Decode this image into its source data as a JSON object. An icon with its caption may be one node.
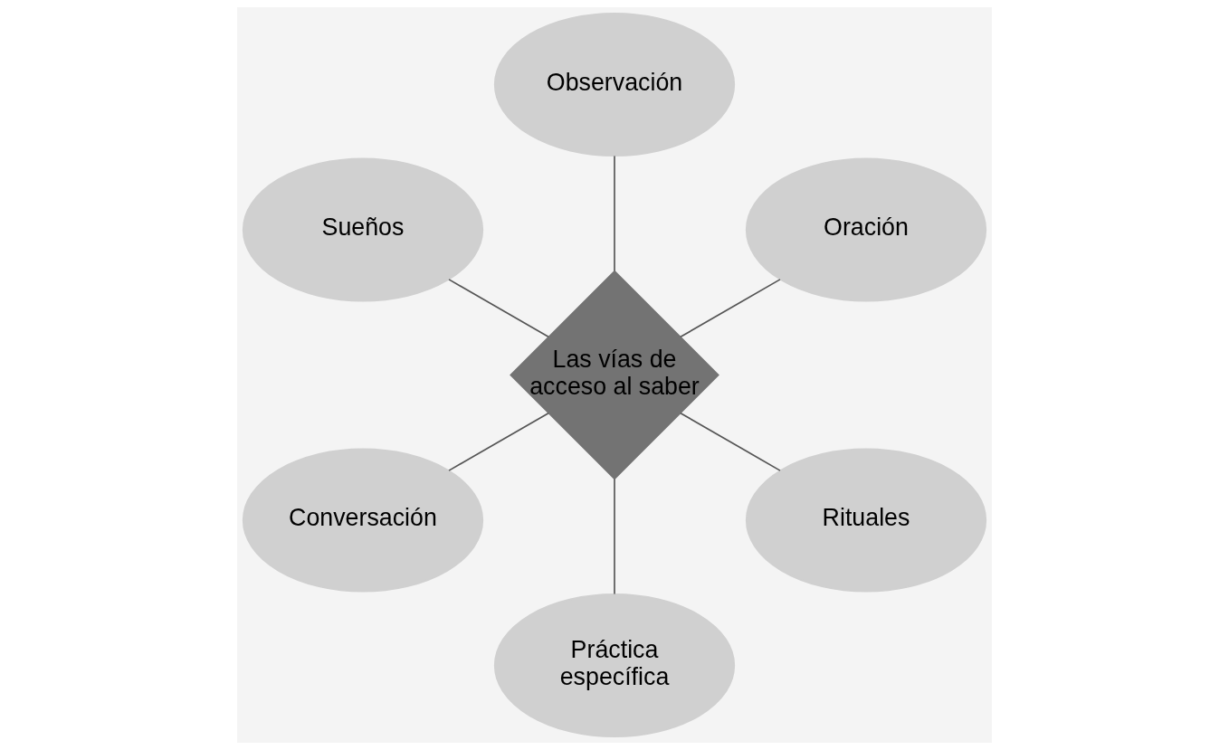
{
  "diagram": {
    "nodes": [
      {
        "text": [
          "Oración"
        ]
      },
      {
        "text": [
          "Observación"
        ]
      },
      {
        "text": [
          "Sueños"
        ]
      },
      {
        "text": [
          "Las vías de acceso al saber"
        ]
      },
      {
        "text": [
          "Conversación"
        ]
      },
      {
        "text": [
          "Práctica específica"
        ]
      },
      {
        "text": [
          "Rituales"
        ]
      }
    ],
    "edges": [
      {
        "from": 3,
        "to": 0,
        "arrow": "none"
      },
      {
        "from": 3,
        "to": 2,
        "arrow": "none"
      },
      {
        "from": 3,
        "to": 5,
        "arrow": "none"
      },
      {
        "from": 3,
        "to": 6,
        "arrow": "none"
      },
      {
        "from": 3,
        "to": 4,
        "arrow": "none"
      },
      {
        "from": 3,
        "to": 1,
        "arrow": "none"
      }
    ]
  }
}
